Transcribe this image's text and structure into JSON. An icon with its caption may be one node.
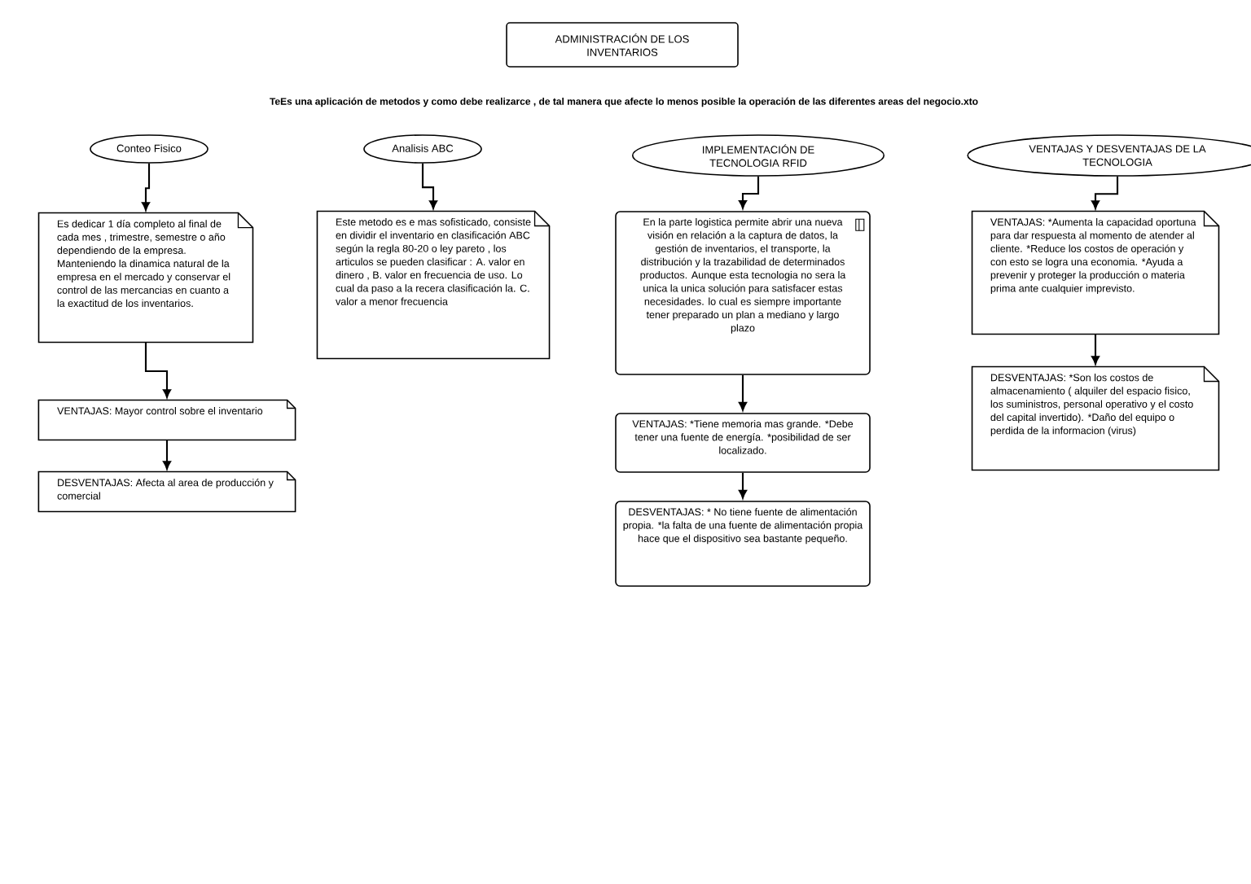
{
  "diagram": {
    "nodes": [
      {
        "text": [
          "ADMINISTRACIÓN DE LOS INVENTARIOS"
        ]
      },
      {
        "text": [
          "Conteo Fisico"
        ]
      },
      {
        "text": [
          "Analisis ABC"
        ]
      },
      {
        "text": [
          "IMPLEMENTACIÓN DE TECNOLOGIA RFID"
        ]
      },
      {
        "text": [
          "VENTAJAS Y DESVENTAJAS DE LA TECNOLOGIA"
        ]
      },
      {
        "text": [
          "Es dedicar 1 día completo al final de cada mes , trimestre, semestre o año dependiendo de la empresa. Manteniendo la dinamica natural de la empresa en el mercado y conservar el control de las mercancias en cuanto a la exactitud de los inventarios."
        ]
      },
      {
        "text": [
          "VENTAJAS: Mayor control sobre el inventario"
        ]
      },
      {
        "text": [
          "DESVENTAJAS:  Afecta al area de producción y comercial"
        ]
      },
      {
        "text": [
          "Este metodo es e mas sofisticado, consiste en dividir el inventario en clasificación ABC según la regla 80-20 o ley pareto , los articulos se pueden clasificar : A. valor en dinero , B. valor en frecuencia de uso. Lo cual da paso a la recera clasificación la. C. valor a menor frecuencia"
        ]
      },
      {
        "text": [
          "En la parte logistica permite abrir una nueva visión en relación a la captura de datos, la gestión de inventarios, el transporte, la distribución y la trazabilidad de determinados productos.     Aunque esta tecnologia no sera la unica la unica solución para satisfacer estas necesidades. lo cual es siempre importante tener preparado un plan a mediano y largo plazo"
        ]
      },
      {
        "text": [
          "VENTAJAS:  *Tiene memoria mas grande. *Debe tener una fuente de energía. *posibilidad de ser localizado."
        ]
      },
      {
        "text": [
          "DESVENTAJAS:  * No tiene fuente de alimentación propia.   *la falta de una fuente de alimentación propia hace que el dispositivo sea bastante pequeño."
        ]
      },
      {
        "text": [
          "VENTAJAS: *Aumenta la capacidad oportuna para dar respuesta al momento de atender al cliente.    *Reduce los costos de operación y con esto se logra una economia.  *Ayuda a prevenir y proteger la producción o materia prima ante cualquier imprevisto."
        ]
      },
      {
        "text": [
          "DESVENTAJAS:  *Son los costos de almacenamiento ( alquiler del espacio fisico, los suministros, personal operativo y el costo del capital invertido).    *Daño del equipo o perdida de la informacion (virus)"
        ]
      }
    ],
    "edges": [
      {
        "from": 1,
        "to": 5,
        "arrow": "to"
      },
      {
        "from": 5,
        "to": 6,
        "arrow": "to"
      },
      {
        "from": 6,
        "to": 7,
        "arrow": "to"
      },
      {
        "from": 2,
        "to": 8,
        "arrow": "to"
      },
      {
        "from": 3,
        "to": 9,
        "arrow": "to"
      },
      {
        "from": 9,
        "to": 10,
        "arrow": "to"
      },
      {
        "from": 10,
        "to": 11,
        "arrow": "to"
      },
      {
        "from": 4,
        "to": 12,
        "arrow": "to"
      },
      {
        "from": 12,
        "to": 13,
        "arrow": "to"
      }
    ],
    "labels": [
      "TeEs una aplicación de metodos y como debe realizarce , de tal manera que afecte lo menos posible la operación de las diferentes areas del negocio.xto"
    ]
  }
}
